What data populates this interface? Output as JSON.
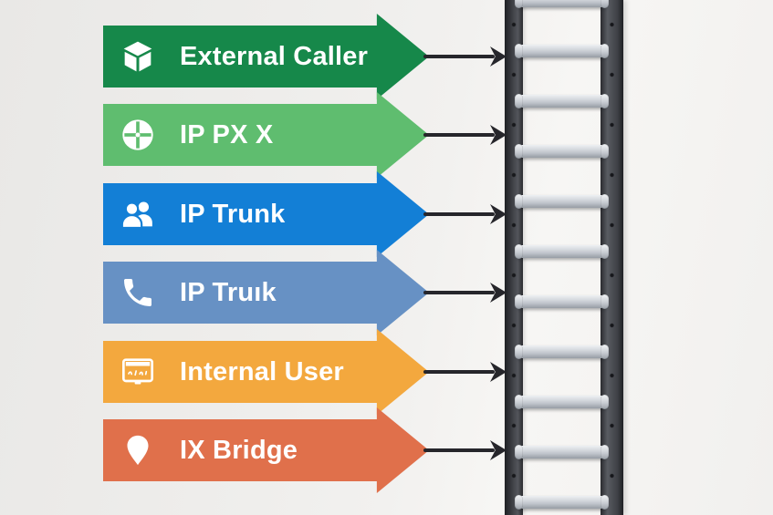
{
  "background_color": "#efeeec",
  "label_text_color": "#ffffff",
  "banners": [
    {
      "label": "External Caller",
      "icon": "cube-icon",
      "color": "#16884a"
    },
    {
      "label": "IP PX X",
      "icon": "plus-circle-icon",
      "color": "#5fbd6f"
    },
    {
      "label": "IP Trunk",
      "icon": "people-icon",
      "color": "#137fd6"
    },
    {
      "label": "IP Truık",
      "icon": "phone-icon",
      "color": "#6791c4"
    },
    {
      "label": "Internal User",
      "icon": "monitor-icon",
      "color": "#f3a83e"
    },
    {
      "label": "IX Bridge",
      "icon": "location-pin-icon",
      "color": "#e0704b"
    }
  ],
  "connector": {
    "color": "#26262b",
    "count": 6,
    "direction": "right"
  },
  "ladder": {
    "rail_color": "#3a3c41",
    "rung_color": "#c6cbd2",
    "rung_count": 11
  }
}
